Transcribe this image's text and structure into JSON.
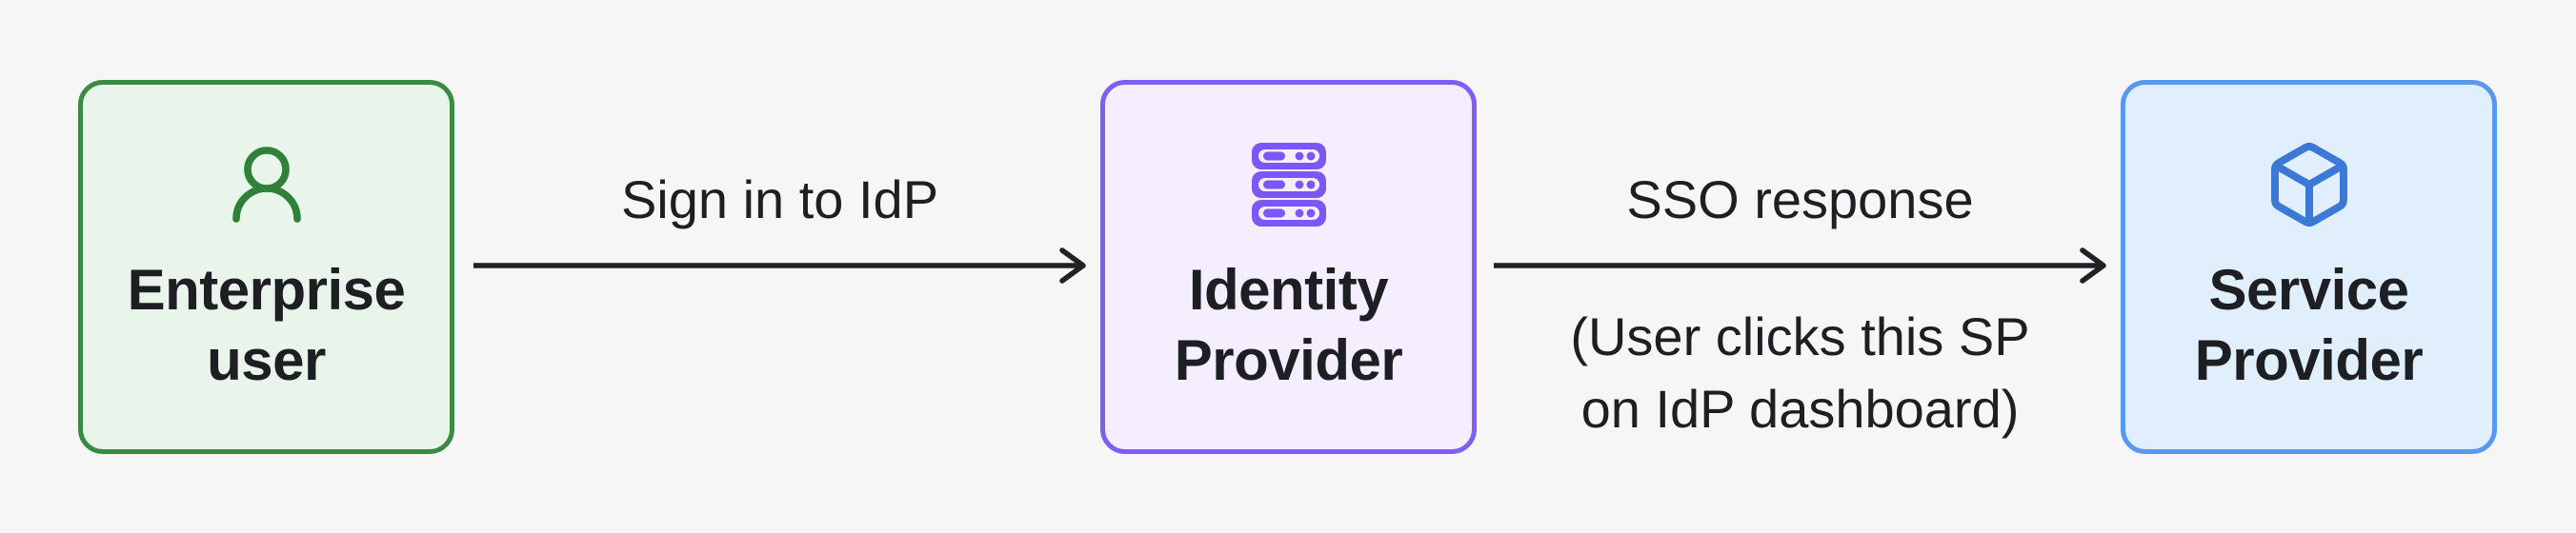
{
  "diagram": {
    "background_color": "#f5f6f5",
    "text_color": "#1d1f23",
    "arrow_color": "#202225",
    "nodes": [
      {
        "id": "enterprise-user",
        "line1": "Enterprise",
        "line2": "user",
        "icon": "user-icon",
        "border_color": "#3a8a44",
        "fill_color": "#e9f5ea",
        "icon_color": "#2f8038"
      },
      {
        "id": "identity-provider",
        "line1": "Identity",
        "line2": "Provider",
        "icon": "server-icon",
        "border_color": "#7e5ef9",
        "fill_color": "#f4eefe",
        "icon_color": "#7b57f7"
      },
      {
        "id": "service-provider",
        "line1": "Service",
        "line2": "Provider",
        "icon": "cube-icon",
        "border_color": "#5898f0",
        "fill_color": "#e1effc",
        "icon_color": "#3c79d7"
      }
    ],
    "edges": [
      {
        "id": "sign-in-to-idp",
        "label": "Sign in to IdP"
      },
      {
        "id": "sso-response",
        "label": "SSO response",
        "note_line1": "(User clicks this SP",
        "note_line2": "on IdP dashboard)"
      }
    ]
  }
}
